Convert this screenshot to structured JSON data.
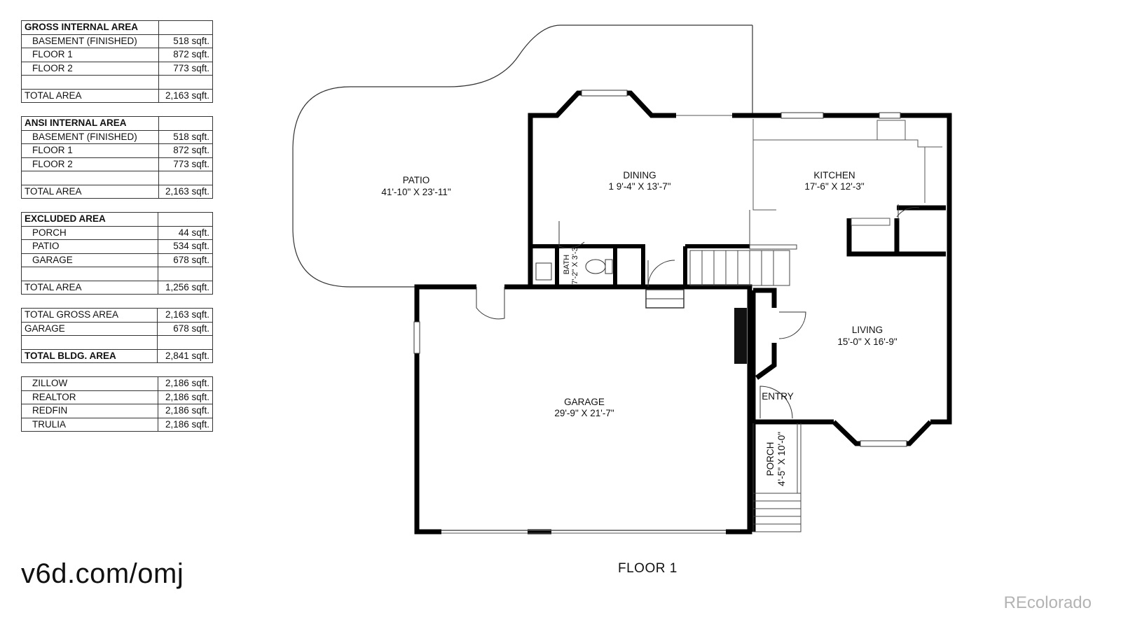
{
  "tables": [
    {
      "rows": [
        {
          "label": "GROSS INTERNAL AREA",
          "value": "",
          "style": "head"
        },
        {
          "label": "BASEMENT (FINISHED)",
          "value": "518 sqft.",
          "style": "indent"
        },
        {
          "label": "FLOOR 1",
          "value": "872 sqft.",
          "style": "indent"
        },
        {
          "label": "FLOOR 2",
          "value": "773 sqft.",
          "style": "indent"
        },
        {
          "label": "",
          "value": "",
          "style": "blank"
        },
        {
          "label": "TOTAL AREA",
          "value": "2,163 sqft.",
          "style": "plain"
        }
      ]
    },
    {
      "rows": [
        {
          "label": "ANSI INTERNAL AREA",
          "value": "",
          "style": "head"
        },
        {
          "label": "BASEMENT (FINISHED)",
          "value": "518 sqft.",
          "style": "indent"
        },
        {
          "label": "FLOOR 1",
          "value": "872 sqft.",
          "style": "indent"
        },
        {
          "label": "FLOOR 2",
          "value": "773 sqft.",
          "style": "indent"
        },
        {
          "label": "",
          "value": "",
          "style": "blank"
        },
        {
          "label": "TOTAL AREA",
          "value": "2,163 sqft.",
          "style": "plain"
        }
      ]
    },
    {
      "rows": [
        {
          "label": "EXCLUDED AREA",
          "value": "",
          "style": "head"
        },
        {
          "label": "PORCH",
          "value": "44 sqft.",
          "style": "indent"
        },
        {
          "label": "PATIO",
          "value": "534 sqft.",
          "style": "indent"
        },
        {
          "label": "GARAGE",
          "value": "678 sqft.",
          "style": "indent"
        },
        {
          "label": "",
          "value": "",
          "style": "blank"
        },
        {
          "label": "TOTAL AREA",
          "value": "1,256 sqft.",
          "style": "plain"
        }
      ]
    },
    {
      "rows": [
        {
          "label": "TOTAL GROSS AREA",
          "value": "2,163 sqft.",
          "style": "plain"
        },
        {
          "label": "GARAGE",
          "value": "678 sqft.",
          "style": "plain"
        },
        {
          "label": "",
          "value": "",
          "style": "blank"
        },
        {
          "label": "TOTAL BLDG. AREA",
          "value": "2,841 sqft.",
          "style": "bold"
        }
      ]
    },
    {
      "rows": [
        {
          "label": "ZILLOW",
          "value": "2,186 sqft.",
          "style": "indent"
        },
        {
          "label": "REALTOR",
          "value": "2,186 sqft.",
          "style": "indent"
        },
        {
          "label": "REDFIN",
          "value": "2,186 sqft.",
          "style": "indent"
        },
        {
          "label": "TRULIA",
          "value": "2,186 sqft.",
          "style": "indent"
        }
      ]
    }
  ],
  "rooms": {
    "patio": {
      "name": "PATIO",
      "dims": "41'-10\" X 23'-11\""
    },
    "dining": {
      "name": "DINING",
      "dims": "1 9'-4\" X 13'-7\""
    },
    "kitchen": {
      "name": "KITCHEN",
      "dims": "17'-6\" X 12'-3\""
    },
    "bath": {
      "name": "BATH",
      "dims": "7'-2\" X 3'-3\""
    },
    "living": {
      "name": "LIVING",
      "dims": "15'-0\" X 16'-9\""
    },
    "garage": {
      "name": "GARAGE",
      "dims": "29'-9\" X 21'-7\""
    },
    "entry": {
      "name": "ENTRY"
    },
    "porch": {
      "name": "PORCH",
      "dims": "4'-5\" X 10'-0\""
    }
  },
  "floor_label": "FLOOR 1",
  "short_url": "v6d.com/omj",
  "watermark": "REcolorado"
}
